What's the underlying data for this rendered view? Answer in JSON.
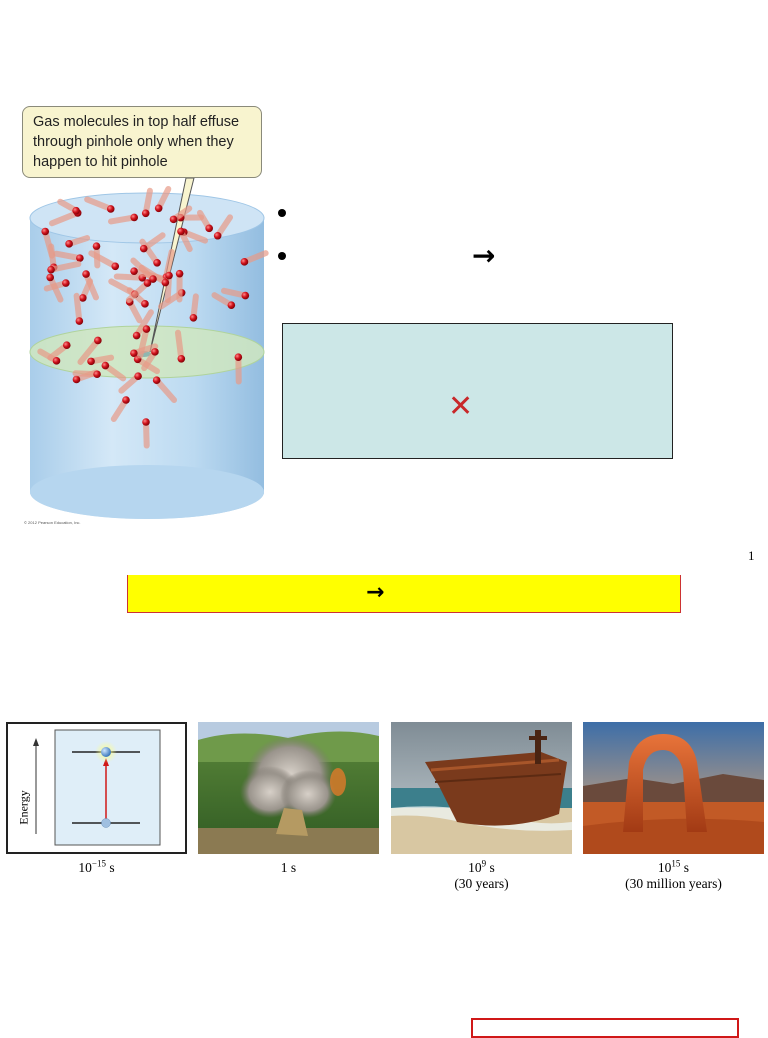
{
  "effusion_figure": {
    "callout_text": "Gas molecules in top half effuse\nthrough pinhole only when they\nhappen to hit pinhole",
    "copyright": "© 2012 Pearson Education, Inc."
  },
  "bullets": {
    "items": [
      "",
      ""
    ],
    "arrow_glyph": "→"
  },
  "info_box": {
    "x_mark": "✕",
    "colors": {
      "fill": "#cce7e7",
      "mark": "#c8282a"
    }
  },
  "page_number": "1",
  "yellow_bar": {
    "arrow_glyph": "→",
    "colors": {
      "fill": "#ffff00",
      "border": "#cc3333"
    }
  },
  "timescale": {
    "energy_axis_label": "Energy",
    "panels": [
      {
        "id": "energy-transition",
        "time_base": "10",
        "time_exp": "−15",
        "time_unit": " s",
        "subcaption": ""
      },
      {
        "id": "explosion",
        "time_base": "1 s",
        "time_exp": "",
        "time_unit": "",
        "subcaption": ""
      },
      {
        "id": "shipwreck",
        "time_base": "10",
        "time_exp": "9",
        "time_unit": " s",
        "subcaption": "(30 years)"
      },
      {
        "id": "arch",
        "time_base": "10",
        "time_exp": "15",
        "time_unit": " s",
        "subcaption": "(30 million years)"
      }
    ]
  }
}
